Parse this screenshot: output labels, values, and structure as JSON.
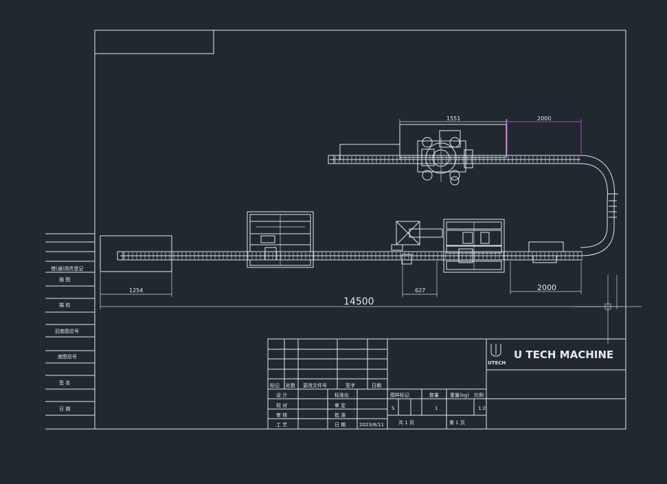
{
  "drawing": {
    "dimensions": {
      "overall": "14500",
      "d1254": "1254",
      "d627": "627",
      "d2000_bottom": "2000",
      "d1551": "1551",
      "d2000_top": "2000"
    },
    "title_block": {
      "logo_sub": "UTECH",
      "company": "U TECH MACHINE",
      "left_labels": [
        "借(通)用件登记",
        "描 图",
        "描 校",
        "旧底图总号",
        "底图总号",
        "签 名",
        "日 期"
      ],
      "rev_header": [
        "标记",
        "处数",
        "更改文件号",
        "签字",
        "日期"
      ],
      "rows": [
        [
          "设 计",
          "标准化"
        ],
        [
          "校 对",
          "审 定"
        ],
        [
          "审 核",
          "批 准"
        ],
        [
          "工 艺",
          "日 期"
        ]
      ],
      "date_value": "2023/8/11",
      "stage_header": [
        "图样标记",
        "数量",
        "重量(kg)",
        "比例"
      ],
      "stage_mark": "S",
      "quantity": "1",
      "scale": "1:2",
      "sheet_total": "共 1 页",
      "sheet_no": "第 1 页"
    }
  }
}
